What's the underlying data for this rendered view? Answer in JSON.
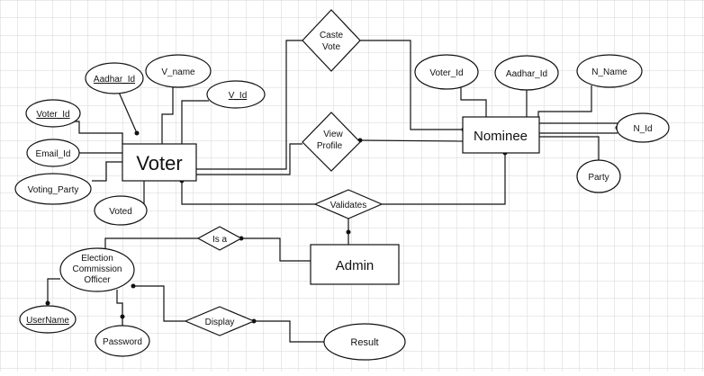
{
  "entities": {
    "voter": "Voter",
    "nominee": "Nominee",
    "admin": "Admin",
    "officer": [
      "Election",
      "Commission",
      "Officer"
    ],
    "result": "Result"
  },
  "attributes": {
    "aadhar_id_voter": "Aadhar_Id",
    "v_name": "V_name",
    "v_id": "V_Id",
    "voter_id_voter": "Voter_Id",
    "email_id": "Email_Id",
    "voting_party": "Voting_Party",
    "voted": "Voted",
    "voter_id_nominee": "Voter_Id",
    "aadhar_id_nominee": "Aadhar_Id",
    "n_name": "N_Name",
    "n_id": "N_Id",
    "party": "Party",
    "username": "UserName",
    "password": "Password"
  },
  "relationships": {
    "caste_vote": [
      "Caste",
      "Vote"
    ],
    "view_profile": [
      "View",
      "Profile"
    ],
    "validates": "Validates",
    "is_a": "Is a",
    "display": "Display"
  }
}
